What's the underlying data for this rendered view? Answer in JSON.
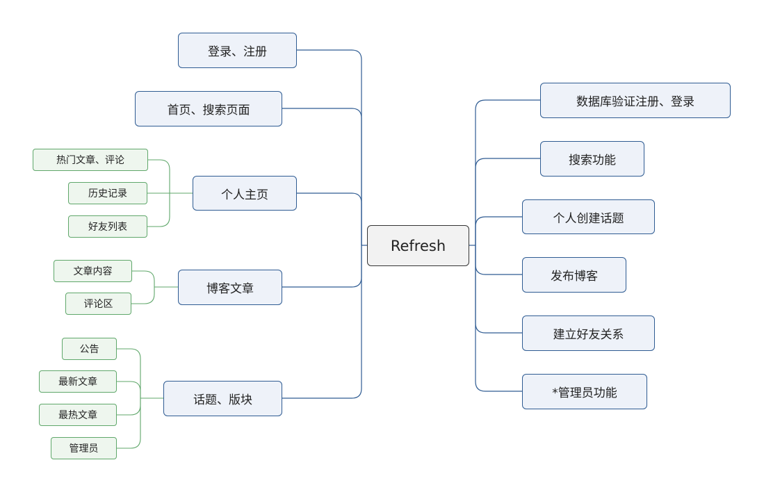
{
  "root": {
    "label": "Refresh"
  },
  "left_branches": [
    {
      "label": "登录、注册",
      "children": []
    },
    {
      "label": "首页、搜索页面",
      "children": []
    },
    {
      "label": "个人主页",
      "children": [
        {
          "label": "热门文章、评论"
        },
        {
          "label": "历史记录"
        },
        {
          "label": "好友列表"
        }
      ]
    },
    {
      "label": "博客文章",
      "children": [
        {
          "label": "文章内容"
        },
        {
          "label": "评论区"
        }
      ]
    },
    {
      "label": "话题、版块",
      "children": [
        {
          "label": "公告"
        },
        {
          "label": "最新文章"
        },
        {
          "label": "最热文章"
        },
        {
          "label": "管理员"
        }
      ]
    }
  ],
  "right_branches": [
    {
      "label": "数据库验证注册、登录"
    },
    {
      "label": "搜索功能"
    },
    {
      "label": "个人创建话题"
    },
    {
      "label": "发布博客"
    },
    {
      "label": "建立好友关系"
    },
    {
      "label": "*管理员功能"
    }
  ],
  "colors": {
    "main_edge": "#2e5b92",
    "sub_edge": "#5fa76a"
  }
}
